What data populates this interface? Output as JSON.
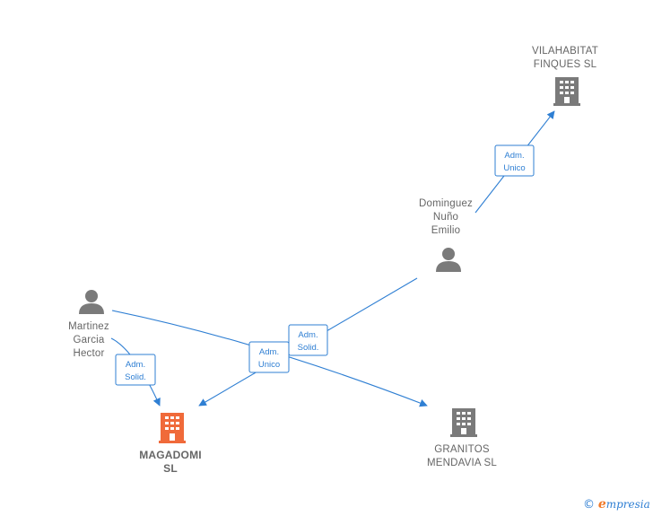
{
  "colors": {
    "edge": "#2f7fd3",
    "company_main": "#f06a3a",
    "company": "#7a7a7a",
    "person": "#7a7a7a",
    "label": "#666666"
  },
  "nodes": [
    {
      "id": "vilahabitat",
      "type": "company",
      "lines": [
        "VILAHABITAT",
        "FINQUES  SL"
      ],
      "icon": "building-icon"
    },
    {
      "id": "dominguez",
      "type": "person",
      "lines": [
        "Dominguez",
        "Nuño",
        "Emilio"
      ],
      "icon": "person-icon"
    },
    {
      "id": "martinez",
      "type": "person",
      "lines": [
        "Martinez",
        "Garcia",
        "Hector"
      ],
      "icon": "person-icon"
    },
    {
      "id": "magadomi",
      "type": "company-main",
      "lines": [
        "MAGADOMI",
        "SL"
      ],
      "icon": "building-icon"
    },
    {
      "id": "granitos",
      "type": "company",
      "lines": [
        "GRANITOS",
        "MENDAVIA  SL"
      ],
      "icon": "building-icon"
    }
  ],
  "edges": [
    {
      "id": "dominguez-vilahabitat",
      "from": "dominguez",
      "to": "vilahabitat",
      "label": [
        "Adm.",
        "Unico"
      ]
    },
    {
      "id": "dominguez-magadomi",
      "from": "dominguez",
      "to": "magadomi",
      "label": [
        "Adm.",
        "Solid."
      ]
    },
    {
      "id": "martinez-magadomi",
      "from": "martinez",
      "to": "magadomi",
      "label": [
        "Adm.",
        "Solid."
      ]
    },
    {
      "id": "martinez-granitos",
      "from": "martinez",
      "to": "granitos",
      "label": [
        "Adm.",
        "Unico"
      ]
    }
  ],
  "footer": {
    "copyright_symbol": "©",
    "brand_initial": "e",
    "brand_rest": "mpresia"
  }
}
